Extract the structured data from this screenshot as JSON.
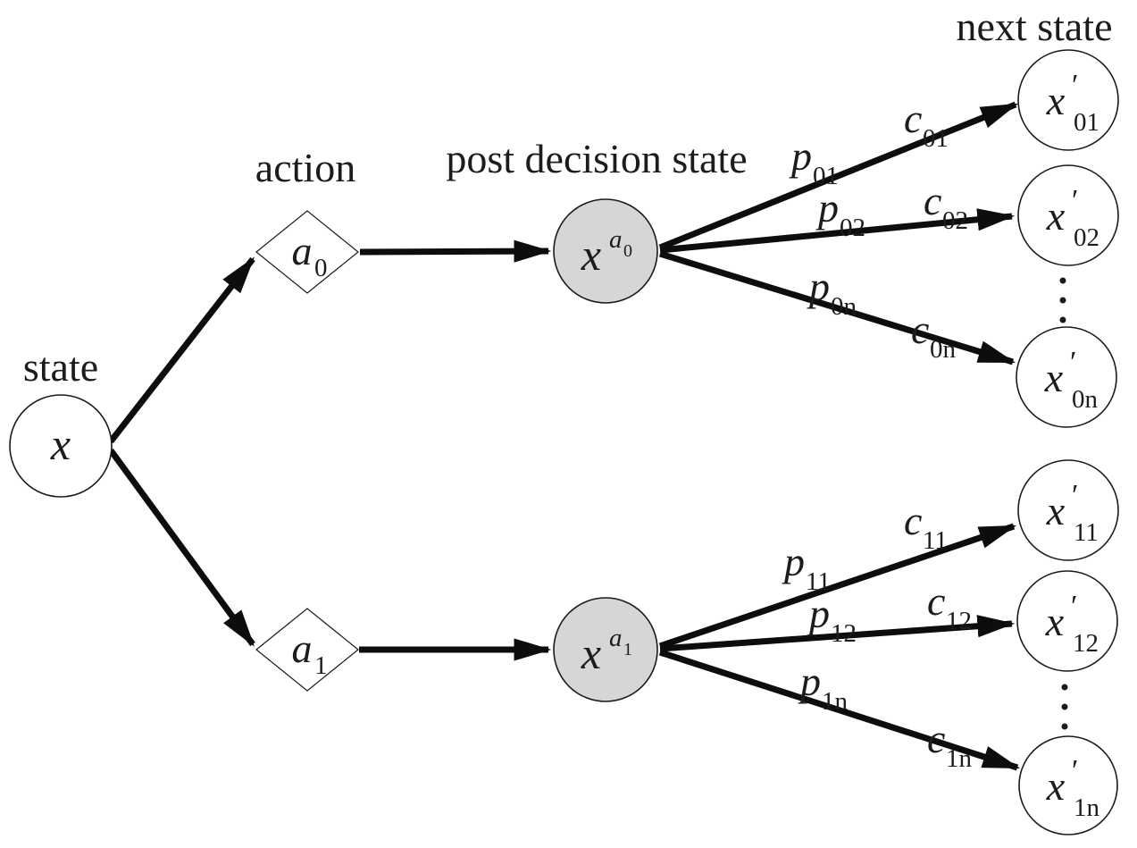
{
  "diagram": {
    "type": "decision-process-graph",
    "section_labels": {
      "state": "state",
      "action": "action",
      "post_decision_state": "post decision state",
      "next_state": "next state"
    },
    "nodes": {
      "state_x": {
        "main": "x"
      },
      "action_a0": {
        "main": "a",
        "sub": "0"
      },
      "action_a1": {
        "main": "a",
        "sub": "1"
      },
      "post_x_a0": {
        "main": "x",
        "sup": "a",
        "sup_sub": "0"
      },
      "post_x_a1": {
        "main": "x",
        "sup": "a",
        "sup_sub": "1"
      },
      "next_x01": {
        "main": "x",
        "prime": "′",
        "sub": "01"
      },
      "next_x02": {
        "main": "x",
        "prime": "′",
        "sub": "02"
      },
      "next_x0n": {
        "main": "x",
        "prime": "′",
        "sub": "0n"
      },
      "next_x11": {
        "main": "x",
        "prime": "′",
        "sub": "11"
      },
      "next_x12": {
        "main": "x",
        "prime": "′",
        "sub": "12"
      },
      "next_x1n": {
        "main": "x",
        "prime": "′",
        "sub": "1n"
      }
    },
    "edge_labels": {
      "p01": {
        "main": "p",
        "sub": "01"
      },
      "c01": {
        "main": "c",
        "sub": "01"
      },
      "p02": {
        "main": "p",
        "sub": "02"
      },
      "c02": {
        "main": "c",
        "sub": "02"
      },
      "p0n": {
        "main": "p",
        "sub": "0n"
      },
      "c0n": {
        "main": "c",
        "sub": "0n"
      },
      "p11": {
        "main": "p",
        "sub": "11"
      },
      "c11": {
        "main": "c",
        "sub": "11"
      },
      "p12": {
        "main": "p",
        "sub": "12"
      },
      "c12": {
        "main": "c",
        "sub": "12"
      },
      "p1n": {
        "main": "p",
        "sub": "1n"
      },
      "c1n": {
        "main": "c",
        "sub": "1n"
      }
    },
    "colors": {
      "background": "#ffffff",
      "line": "#0d0d0d",
      "text": "#1c1c1c",
      "post_decision_fill": "#d6d6d6"
    }
  }
}
